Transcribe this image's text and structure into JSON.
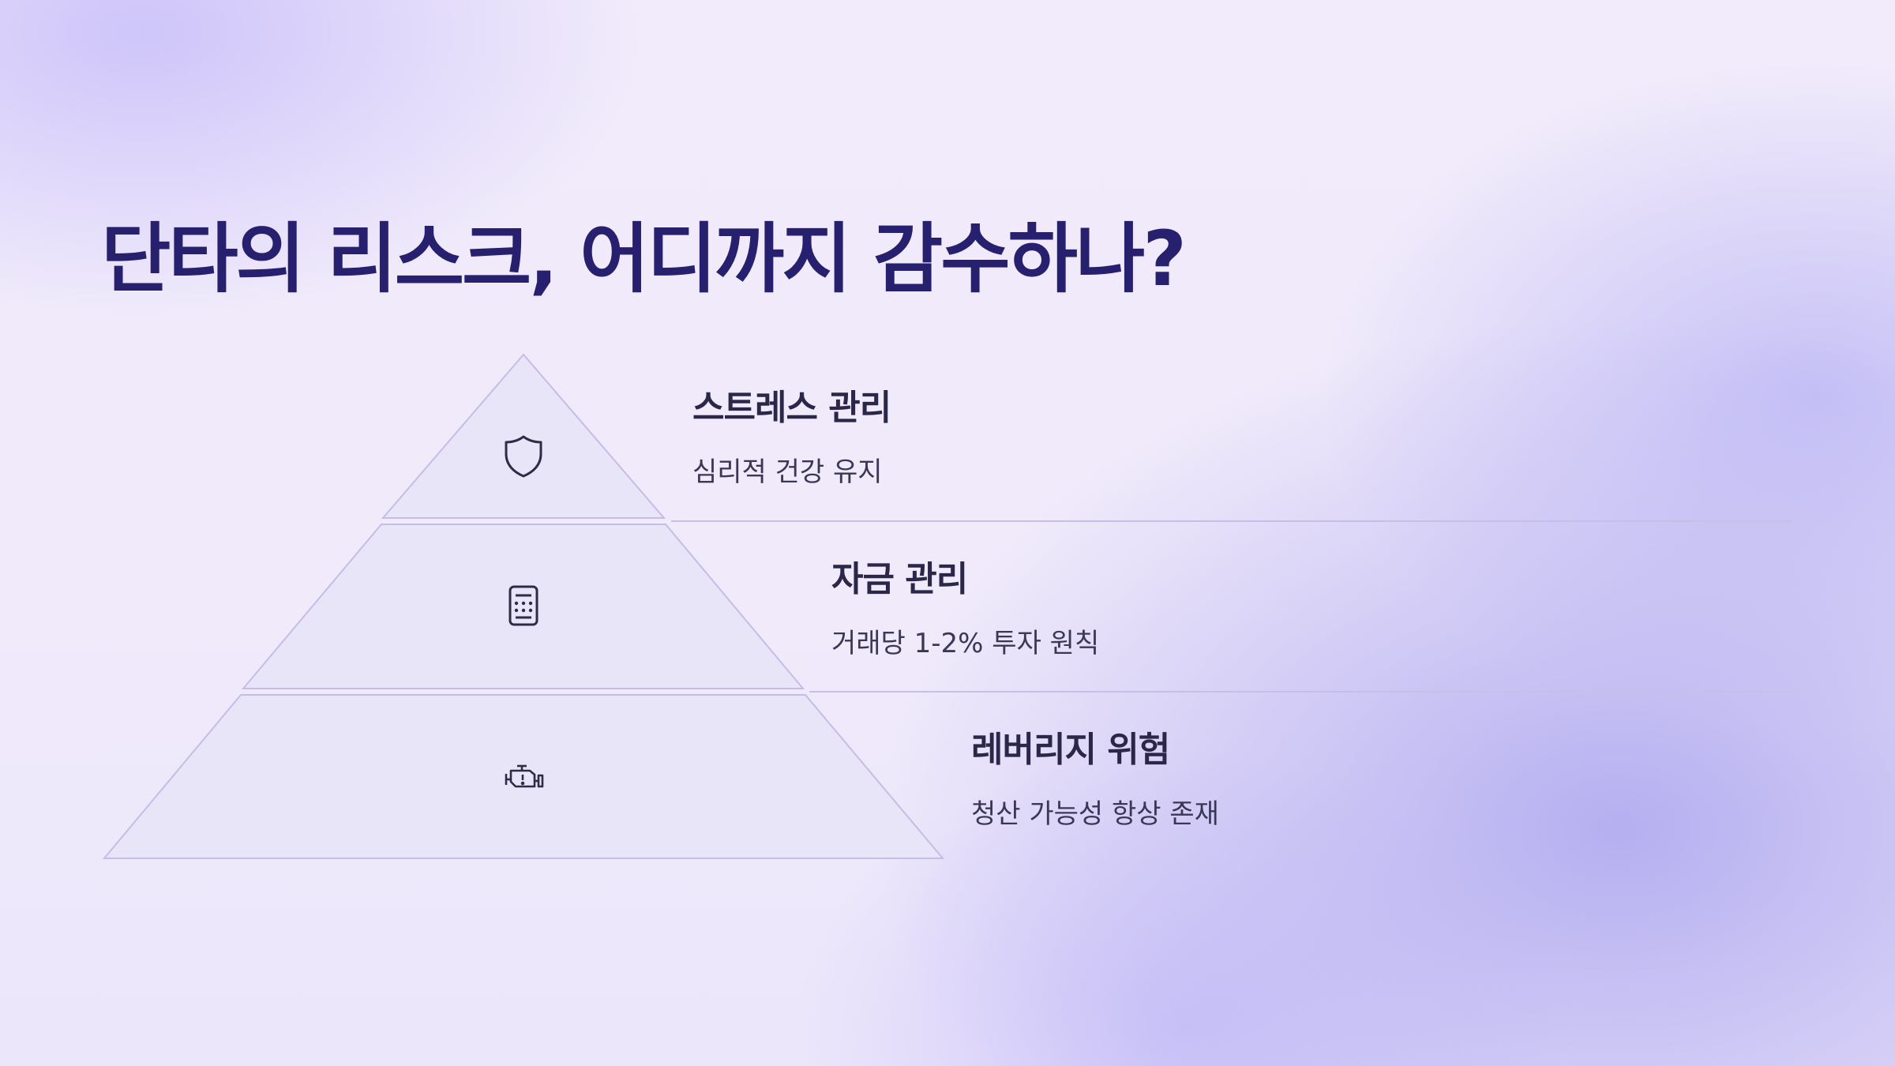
{
  "title": "단타의 리스크, 어디까지 감수하나?",
  "colors": {
    "title": "#27206f",
    "tier_fill": "#e9e5f8",
    "tier_stroke": "#c4bde6",
    "icon": "#2f2b47"
  },
  "tiers": [
    {
      "title": "스트레스 관리",
      "description": "심리적 건강 유지",
      "icon": "shield-icon"
    },
    {
      "title": "자금 관리",
      "description": "거래당 1-2% 투자 원칙",
      "icon": "calculator-icon"
    },
    {
      "title": "레버리지 위험",
      "description": "청산 가능성 항상 존재",
      "icon": "engine-warning-icon"
    }
  ]
}
